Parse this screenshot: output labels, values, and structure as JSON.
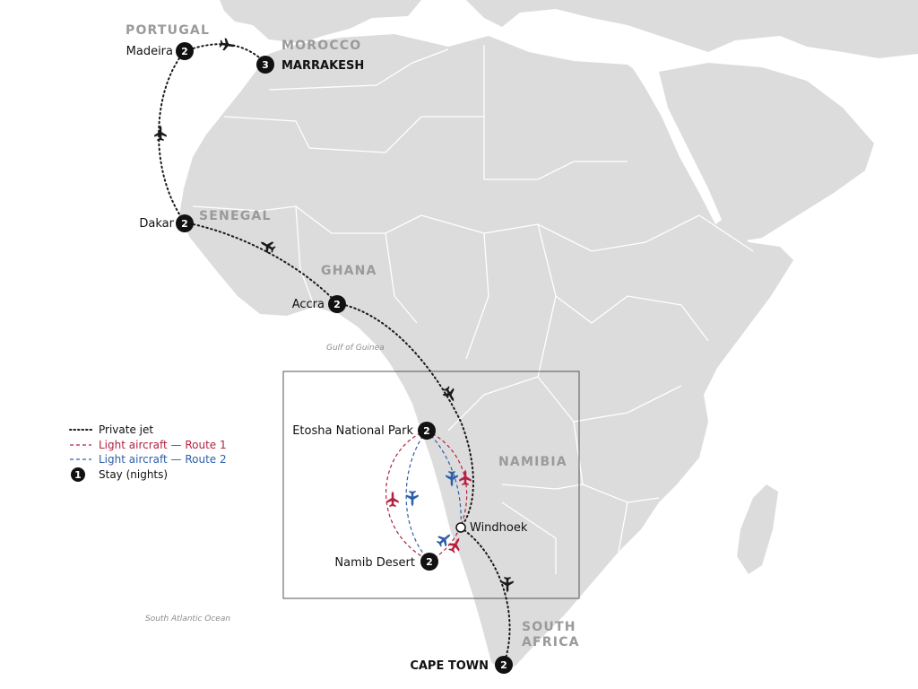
{
  "colors": {
    "land": "#dcdcdc",
    "border": "#ffffff",
    "jet": "#1a1a1a",
    "route1": "#b5213f",
    "route2": "#2e5fa8",
    "badge": "#111111",
    "country_label": "#9a9a9a"
  },
  "countries": {
    "portugal": "PORTUGAL",
    "morocco": "MOROCCO",
    "senegal": "SENEGAL",
    "ghana": "GHANA",
    "namibia": "NAMIBIA",
    "south_africa_1": "SOUTH",
    "south_africa_2": "AFRICA"
  },
  "water": {
    "gulf": "Gulf of Guinea",
    "ocean": "South Atlantic Ocean"
  },
  "stops": [
    {
      "id": "madeira",
      "label": "Madeira",
      "nights": "2"
    },
    {
      "id": "marrakesh",
      "label": "MARRAKESH",
      "nights": "3"
    },
    {
      "id": "dakar",
      "label": "Dakar",
      "nights": "2"
    },
    {
      "id": "accra",
      "label": "Accra",
      "nights": "2"
    },
    {
      "id": "etosha",
      "label": "Etosha National Park",
      "nights": "2"
    },
    {
      "id": "windhoek",
      "label": "Windhoek",
      "nights": ""
    },
    {
      "id": "namib",
      "label": "Namib Desert",
      "nights": "2"
    },
    {
      "id": "capetown",
      "label": "CAPE TOWN",
      "nights": "2"
    }
  ],
  "legend": {
    "private_jet": "Private jet",
    "route1": "Light aircraft — Route 1",
    "route2": "Light aircraft — Route 2",
    "stay_number": "1",
    "stay": "Stay (nights)"
  },
  "icons": {
    "plane": "plane-icon",
    "stay": "stay-badge-icon",
    "windhoek": "hub-circle-icon"
  }
}
